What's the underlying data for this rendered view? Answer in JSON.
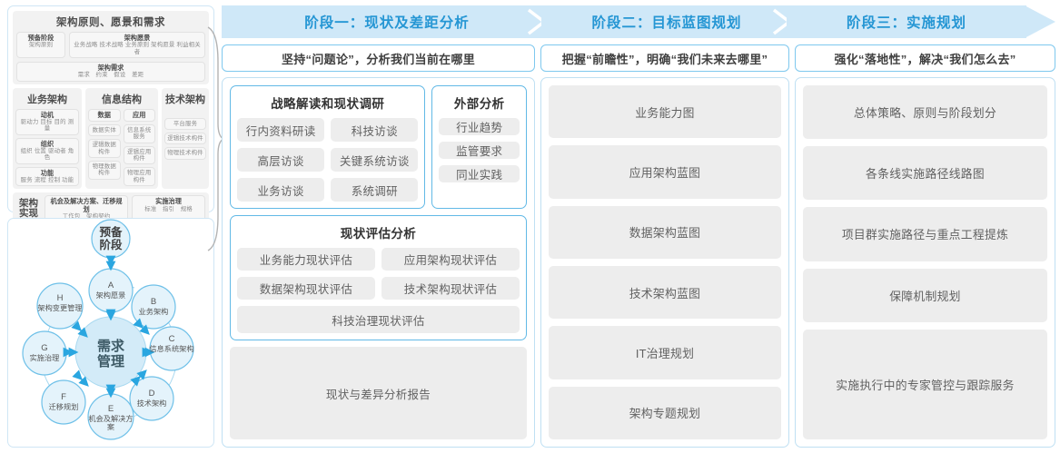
{
  "togaf": {
    "title": "架构原则、愿景和需求",
    "row1": [
      {
        "head": "预备阶段",
        "sub": "架构原则"
      },
      {
        "head": "架构愿景",
        "sub": "业务战略 技术战略 业务原则 架构愿景 利益相关者"
      }
    ],
    "row2": [
      {
        "head": "架构需求",
        "sub": "需求　约束　假设　差距"
      }
    ],
    "columns": [
      {
        "header": "业务架构",
        "cells": [
          {
            "head": "动机",
            "sub": "驱动力 目标 目的 测量"
          },
          {
            "head": "组织",
            "sub": "组织 位置 驱动者 角色"
          },
          {
            "head": "功能",
            "sub": "服务 流程 控制 功能"
          }
        ]
      },
      {
        "header": "信息结构",
        "sub_columns": [
          {
            "cells": [
              {
                "head": "数据",
                "sub": ""
              },
              {
                "head": "",
                "sub": "数据实体"
              },
              {
                "head": "",
                "sub": "逻辑数据构件"
              },
              {
                "head": "",
                "sub": "物理数据构件"
              }
            ]
          },
          {
            "cells": [
              {
                "head": "应用",
                "sub": ""
              },
              {
                "head": "",
                "sub": "信息系统服务"
              },
              {
                "head": "",
                "sub": "逻辑应用构件"
              },
              {
                "head": "",
                "sub": "物理应用构件"
              }
            ]
          }
        ]
      },
      {
        "header": "技术架构",
        "cells": [
          {
            "head": "",
            "sub": "平台服务"
          },
          {
            "head": "",
            "sub": "逻辑技术构件"
          },
          {
            "head": "",
            "sub": "物理技术构件"
          }
        ]
      }
    ],
    "impl_label": "架构\n实现",
    "impl_label_line1": "架构",
    "impl_label_line2": "实现",
    "impl_cells": [
      {
        "head": "机会及解决方案、迁移规划",
        "sub": "工作包　架构契约"
      },
      {
        "head": "实施治理",
        "sub": "标准　指引　规格"
      }
    ]
  },
  "adm": {
    "center": "需求\n管理",
    "center_line1": "需求",
    "center_line2": "管理",
    "prep_line1": "预备",
    "prep_line2": "阶段",
    "nodes": [
      {
        "key": "A",
        "label": "架构愿景"
      },
      {
        "key": "B",
        "label": "业务架构"
      },
      {
        "key": "C",
        "label": "信息系统架构"
      },
      {
        "key": "D",
        "label": "技术架构"
      },
      {
        "key": "E",
        "label": "机会及解决方案"
      },
      {
        "key": "F",
        "label": "迁移规划"
      },
      {
        "key": "G",
        "label": "实施治理"
      },
      {
        "key": "H",
        "label": "架构变更管理"
      }
    ]
  },
  "colors": {
    "header_band": "#cfe8f8",
    "header_text": "#2596d4",
    "panel_border": "#bfe0f3",
    "accent_blue": "#62b9e6",
    "pill_bg": "#ededed",
    "node_fill": "#d9eefb",
    "node_stroke": "#6ec0e8",
    "arrow": "#2aa6e0"
  },
  "phases": [
    {
      "header": "阶段一：现状及差距分析",
      "subtitle": "坚持“问题论”，分析我们当前在哪里",
      "groups": [
        {
          "title": "战略解读和现状调研",
          "items": [
            "行内资料研读",
            "科技访谈",
            "高层访谈",
            "关键系统访谈",
            "业务访谈",
            "系统调研"
          ]
        },
        {
          "title": "外部分析",
          "items": [
            "行业趋势",
            "监管要求",
            "同业实践"
          ]
        },
        {
          "title": "现状评估分析",
          "items": [
            "业务能力现状评估",
            "应用架构现状评估",
            "数据架构现状评估",
            "技术架构现状评估",
            "科技治理现状评估"
          ]
        }
      ],
      "output": "现状与差异分析报告"
    },
    {
      "header": "阶段二：目标蓝图规划",
      "subtitle": "把握“前瞻性”，明确“我们未来去哪里”",
      "items": [
        "业务能力图",
        "应用架构蓝图",
        "数据架构蓝图",
        "技术架构蓝图",
        "IT治理规划",
        "架构专题规划"
      ]
    },
    {
      "header": "阶段三：实施规划",
      "subtitle": "强化“落地性”，解决“我们怎么去”",
      "items": [
        "总体策略、原则与阶段划分",
        "各条线实施路径线路图",
        "项目群实施路径与重点工程提炼",
        "保障机制规划",
        "实施执行中的专家管控与跟踪服务"
      ]
    }
  ]
}
